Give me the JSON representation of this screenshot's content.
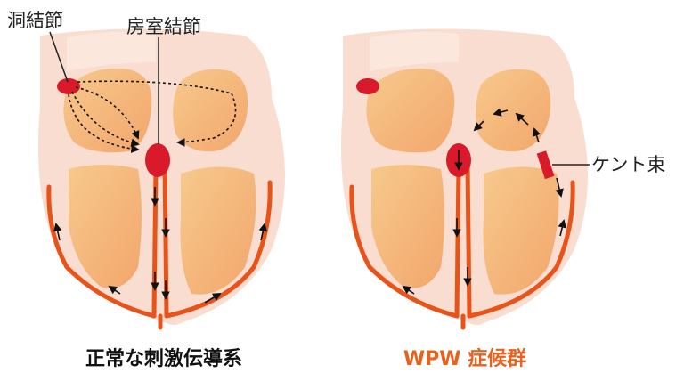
{
  "labels": {
    "sa_node": "洞結節",
    "av_node": "房室結節",
    "kent_bundle": "ケント束"
  },
  "captions": {
    "normal": "正常な刺激伝導系",
    "wpw": "WPW 症候群"
  },
  "colors": {
    "outer_tissue": "#f9ddd0",
    "chamber": "#f5b979",
    "chamber_edge": "#f2a067",
    "conduction": "#e8531a",
    "node": "#d81a2b",
    "arrow": "#111111",
    "caption_normal": "#111111",
    "caption_wpw": "#e8621f"
  }
}
